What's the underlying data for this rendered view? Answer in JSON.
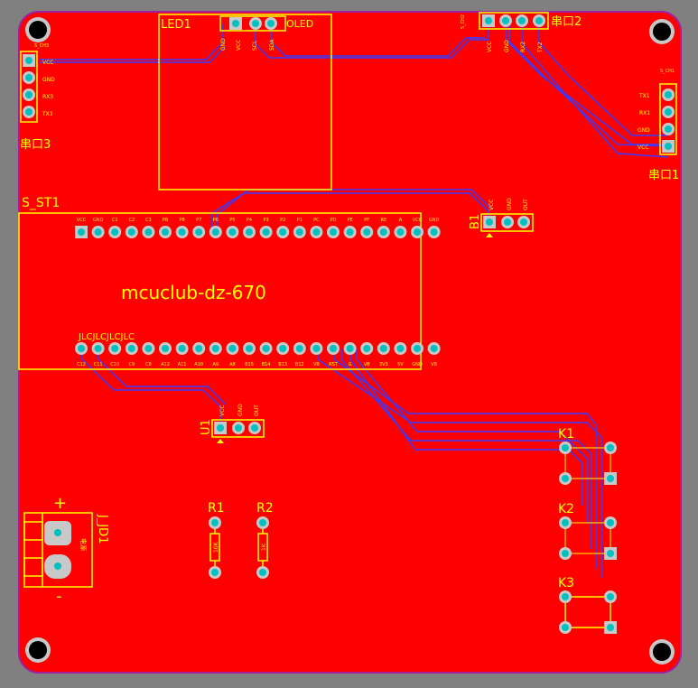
{
  "board": {
    "title": "mcuclub-dz-670",
    "colors": {
      "board": "#ff0000",
      "outline": "#a020a0",
      "silkscreen": "#ffff00",
      "trace": "#3a3aff",
      "pad": "#c8c8c8",
      "hole": "#00c0c0",
      "background": "#808080"
    }
  },
  "components": {
    "led1": {
      "ref": "LED1",
      "label": "OLED",
      "pins": [
        "GND",
        "VCC",
        "SCL",
        "SDA"
      ]
    },
    "port2": {
      "ref": "串口2",
      "small": "S_CH2",
      "pins": [
        "VCC",
        "GND",
        "RX2",
        "TX2"
      ]
    },
    "port3": {
      "ref": "串口3",
      "small": "S_CH3",
      "pins": [
        "VCC",
        "GND",
        "RX3",
        "TX3"
      ]
    },
    "port1": {
      "ref": "串口1",
      "small": "S_CH1",
      "pins": [
        "TX1",
        "RX1",
        "GND",
        "VCC"
      ]
    },
    "s_st1": {
      "ref": "S_ST1",
      "top_labels": [
        "VCC",
        "GND",
        "C1",
        "C2",
        "C3",
        "PB",
        "P8",
        "P7",
        "P6",
        "P5",
        "P4",
        "P3",
        "P2",
        "P1",
        "PC",
        "PD",
        "PE",
        "PF",
        "RE",
        "A",
        "VCC",
        "GND"
      ],
      "bottom_labels": [
        "C12",
        "C11",
        "C10",
        "C9",
        "C8",
        "A12",
        "A11",
        "A10",
        "A9",
        "A8",
        "B15",
        "B14",
        "B13",
        "B12",
        "VB",
        "RST",
        "G",
        "VB",
        "3V3",
        "5V",
        "GND",
        "VB"
      ],
      "bottom_marker": "JLCJLCJLCJLC"
    },
    "b1": {
      "ref": "B1",
      "pins": [
        "VCC",
        "GND",
        "OUT"
      ]
    },
    "u1": {
      "ref": "U1",
      "pins": [
        "VCC",
        "GND",
        "OUT"
      ]
    },
    "k1": {
      "ref": "K1"
    },
    "k2": {
      "ref": "K2"
    },
    "k3": {
      "ref": "K3"
    },
    "r1": {
      "ref": "R1",
      "value": "10K"
    },
    "r2": {
      "ref": "R2",
      "value": "1K"
    },
    "power": {
      "ref": "J_JD1",
      "label": "电源",
      "plus": "+",
      "minus": "-"
    }
  }
}
